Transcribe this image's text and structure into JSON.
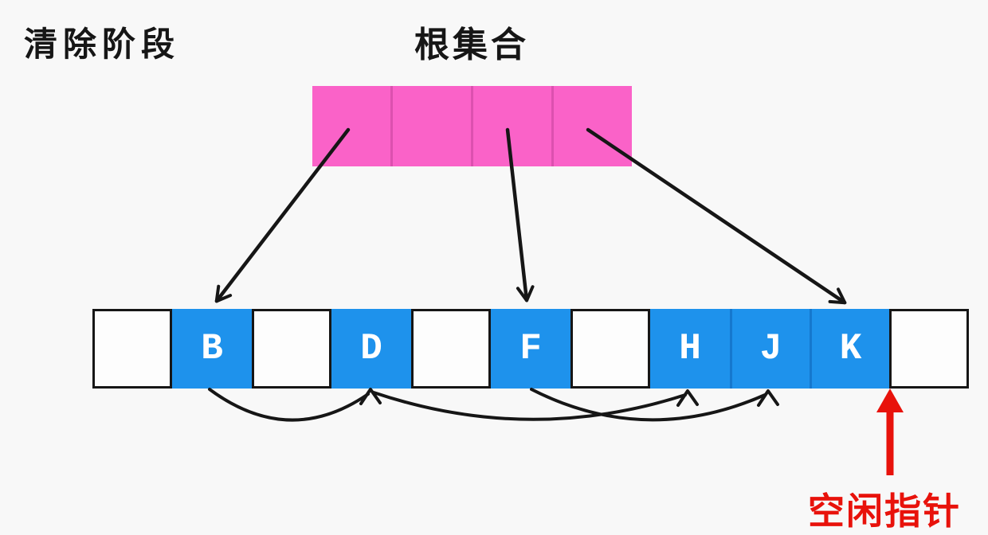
{
  "titles": {
    "phase": "清除阶段",
    "root_set": "根集合",
    "free_pointer": "空闲指针"
  },
  "colors": {
    "background": "#f8f8f8",
    "root_set_fill": "#fa62c8",
    "root_set_divider": "#dc50af",
    "object_fill": "#1e92ec",
    "object_divider": "#1578ce",
    "free_cell_fill": "#fdfdfd",
    "cell_border": "#161616",
    "arrow_black": "#161616",
    "free_pointer_red": "#e8120b",
    "object_letter_color": "#ffffff"
  },
  "root_set": {
    "cell_count": 4
  },
  "heap": {
    "cell_count": 11,
    "cells": [
      {
        "type": "free",
        "label": ""
      },
      {
        "type": "object",
        "label": "B"
      },
      {
        "type": "free",
        "label": ""
      },
      {
        "type": "object",
        "label": "D"
      },
      {
        "type": "free",
        "label": ""
      },
      {
        "type": "object",
        "label": "F"
      },
      {
        "type": "free",
        "label": ""
      },
      {
        "type": "object",
        "label": "H"
      },
      {
        "type": "object",
        "label": "J"
      },
      {
        "type": "object",
        "label": "K"
      },
      {
        "type": "free",
        "label": ""
      }
    ]
  },
  "root_pointers": [
    {
      "from_root_cell": 1,
      "to_object": "B"
    },
    {
      "from_root_cell": 3,
      "to_object": "F"
    },
    {
      "from_root_cell": 4,
      "to_object": "K"
    }
  ],
  "links": [
    {
      "from": "B",
      "to": "D"
    },
    {
      "from": "D",
      "to": "H"
    },
    {
      "from": "F",
      "to": "J"
    }
  ],
  "free_pointer": {
    "points_to_cell_index": 10,
    "label": "空闲指针"
  }
}
